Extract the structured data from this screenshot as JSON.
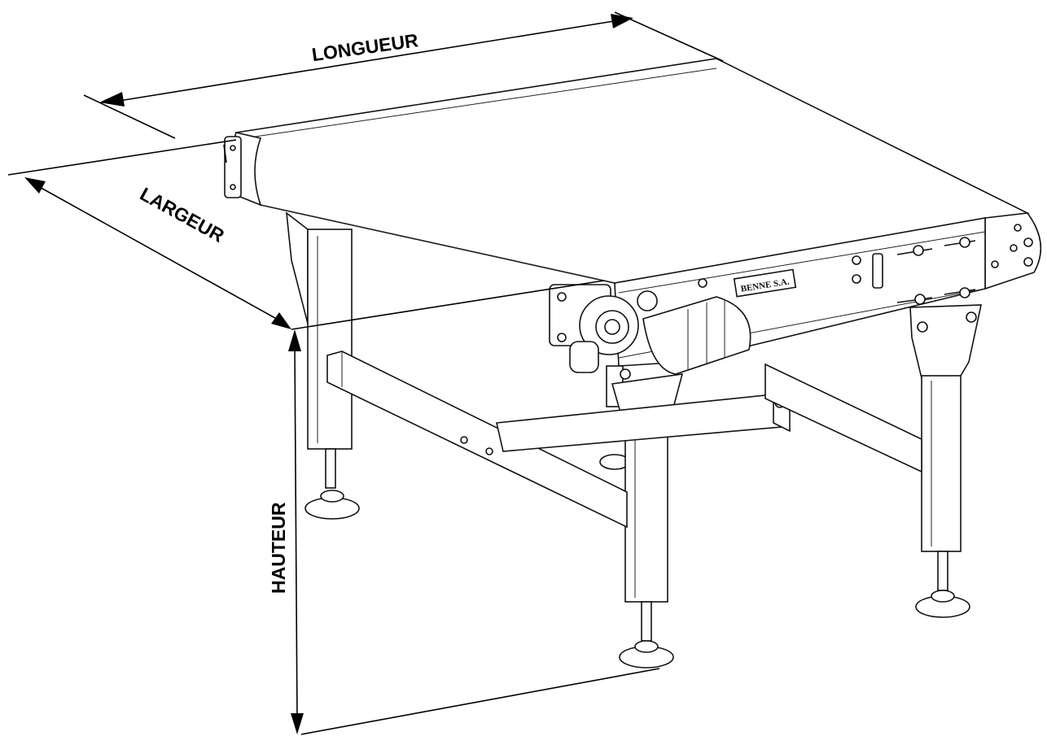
{
  "dimensions": {
    "length_label": "LONGUEUR",
    "width_label": "LARGEUR",
    "height_label": "HAUTEUR"
  },
  "nameplate": {
    "text": "BENNE S.A."
  },
  "colors": {
    "line": "#000000",
    "background": "#ffffff"
  }
}
